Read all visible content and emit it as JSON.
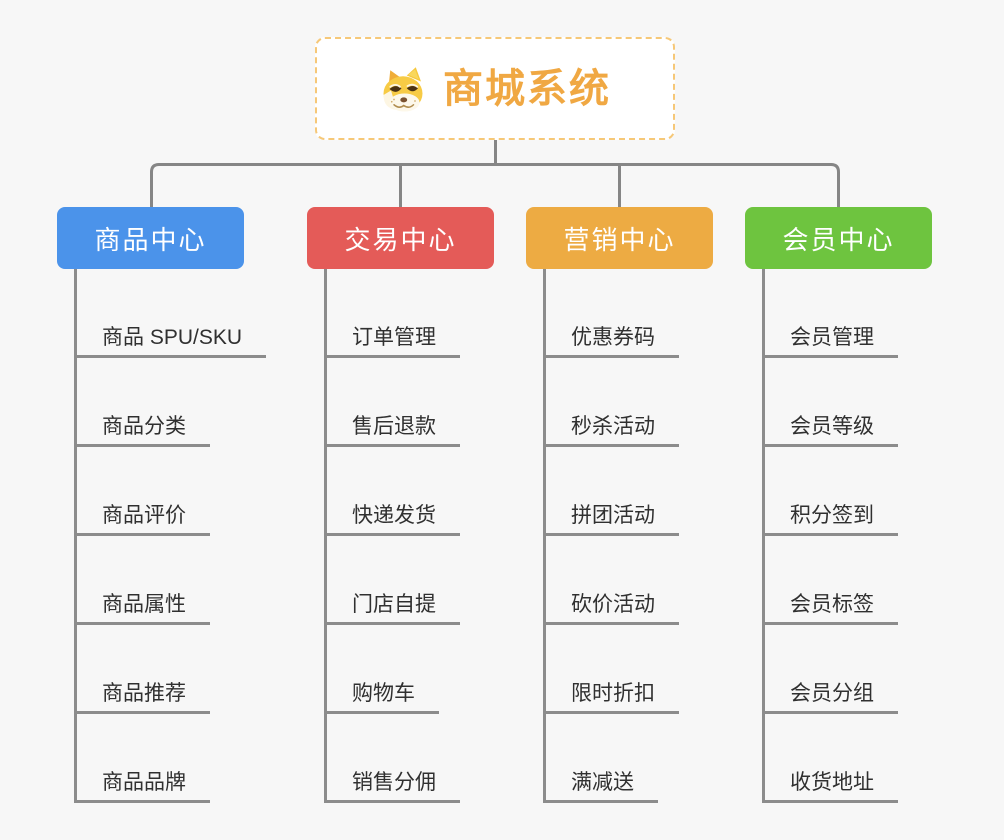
{
  "page": {
    "background": "#f7f7f7",
    "connector_color": "#868686",
    "underline_color": "#8c8c8c",
    "item_text_color": "#303030"
  },
  "root": {
    "title": "商城系统",
    "accent_color": "#f0a843",
    "border_color": "#f6c878",
    "icon": "doge-icon"
  },
  "branches": [
    {
      "label": "商品中心",
      "color": "#4b93ea",
      "items": [
        "商品 SPU/SKU",
        "商品分类",
        "商品评价",
        "商品属性",
        "商品推荐",
        "商品品牌"
      ]
    },
    {
      "label": "交易中心",
      "color": "#e45b58",
      "items": [
        "订单管理",
        "售后退款",
        "快递发货",
        "门店自提",
        "购物车",
        "销售分佣"
      ]
    },
    {
      "label": "营销中心",
      "color": "#edab43",
      "items": [
        "优惠券码",
        "秒杀活动",
        "拼团活动",
        "砍价活动",
        "限时折扣",
        "满减送"
      ]
    },
    {
      "label": "会员中心",
      "color": "#6ec43f",
      "items": [
        "会员管理",
        "会员等级",
        "积分签到",
        "会员标签",
        "会员分组",
        "收货地址"
      ]
    }
  ]
}
